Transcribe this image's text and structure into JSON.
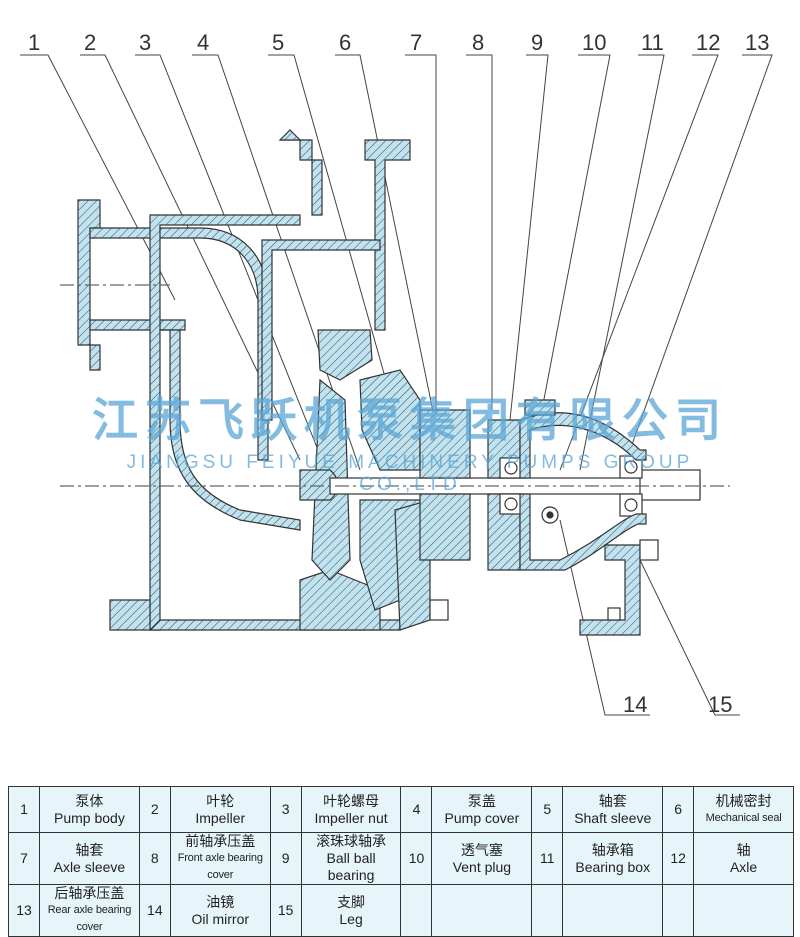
{
  "callouts": [
    "1",
    "2",
    "3",
    "4",
    "5",
    "6",
    "7",
    "8",
    "9",
    "10",
    "11",
    "12",
    "13",
    "14",
    "15"
  ],
  "watermark": {
    "cn": "江苏飞跃机泵集团有限公司",
    "en": "JIANGSU FEIYUE MACHINERY PUMPS GROUP CO.,LTD"
  },
  "parts": [
    {
      "no": "1",
      "cn": "泵体",
      "en": "Pump body"
    },
    {
      "no": "2",
      "cn": "叶轮",
      "en": "Impeller"
    },
    {
      "no": "3",
      "cn": "叶轮螺母",
      "en": "Impeller nut"
    },
    {
      "no": "4",
      "cn": "泵盖",
      "en": "Pump cover"
    },
    {
      "no": "5",
      "cn": "轴套",
      "en": "Shaft sleeve"
    },
    {
      "no": "6",
      "cn": "机械密封",
      "en": "Mechanical seal"
    },
    {
      "no": "7",
      "cn": "轴套",
      "en": "Axle sleeve"
    },
    {
      "no": "8",
      "cn": "前轴承压盖",
      "en": "Front axle bearing cover"
    },
    {
      "no": "9",
      "cn": "滚珠球轴承",
      "en": "Ball ball bearing"
    },
    {
      "no": "10",
      "cn": "透气塞",
      "en": "Vent plug"
    },
    {
      "no": "11",
      "cn": "轴承箱",
      "en": "Bearing box"
    },
    {
      "no": "12",
      "cn": "轴",
      "en": "Axle"
    },
    {
      "no": "13",
      "cn": "后轴承压盖",
      "en": "Rear axle bearing cover"
    },
    {
      "no": "14",
      "cn": "油镜",
      "en": "Oil mirror"
    },
    {
      "no": "15",
      "cn": "支脚",
      "en": "Leg"
    }
  ]
}
